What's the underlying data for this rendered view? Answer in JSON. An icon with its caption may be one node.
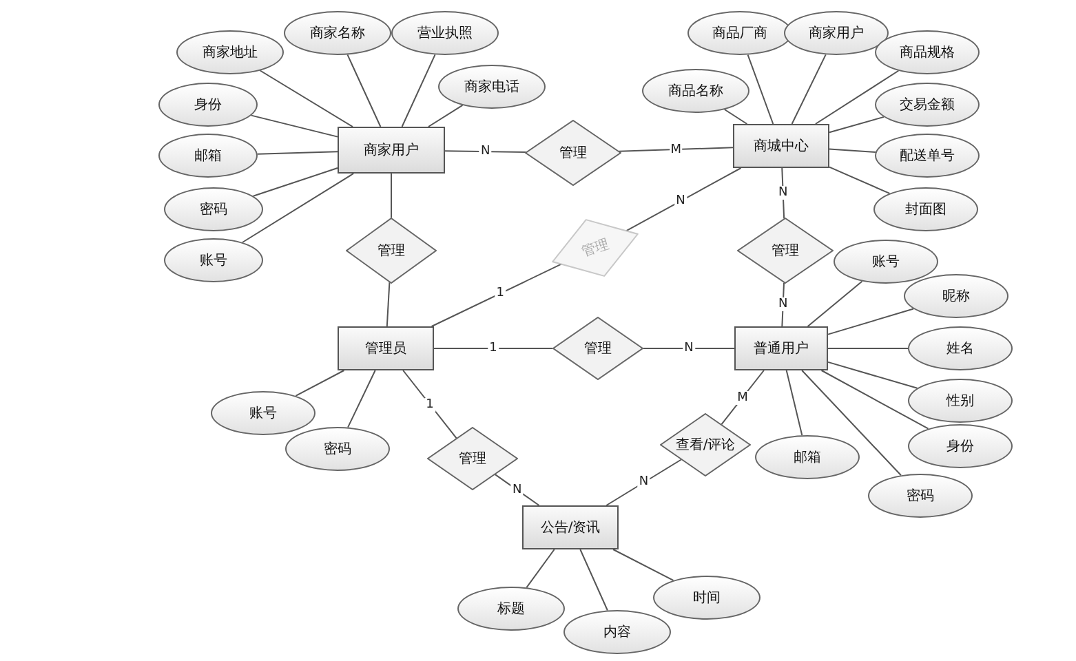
{
  "diagram": {
    "nodes": [
      {
        "text": [
          "商家用户"
        ]
      },
      {
        "text": [
          "商家地址"
        ]
      },
      {
        "text": [
          "商家名称"
        ]
      },
      {
        "text": [
          "营业执照"
        ]
      },
      {
        "text": [
          "商家电话"
        ]
      },
      {
        "text": [
          "身份"
        ]
      },
      {
        "text": [
          "邮箱"
        ]
      },
      {
        "text": [
          "密码"
        ]
      },
      {
        "text": [
          "账号"
        ]
      },
      {
        "text": [
          "商城中心"
        ]
      },
      {
        "text": [
          "商品名称"
        ]
      },
      {
        "text": [
          "商品厂商"
        ]
      },
      {
        "text": [
          "商家用户"
        ]
      },
      {
        "text": [
          "商品规格"
        ]
      },
      {
        "text": [
          "交易金额"
        ]
      },
      {
        "text": [
          "配送单号"
        ]
      },
      {
        "text": [
          "封面图"
        ]
      },
      {
        "text": [
          "管理员"
        ]
      },
      {
        "text": [
          "账号"
        ]
      },
      {
        "text": [
          "密码"
        ]
      },
      {
        "text": [
          "普通用户"
        ]
      },
      {
        "text": [
          "账号"
        ]
      },
      {
        "text": [
          "昵称"
        ]
      },
      {
        "text": [
          "姓名"
        ]
      },
      {
        "text": [
          "性别"
        ]
      },
      {
        "text": [
          "身份"
        ]
      },
      {
        "text": [
          "邮箱"
        ]
      },
      {
        "text": [
          "密码"
        ]
      },
      {
        "text": [
          "公告/资讯"
        ]
      },
      {
        "text": [
          "标题"
        ]
      },
      {
        "text": [
          "内容"
        ]
      },
      {
        "text": [
          "时间"
        ]
      },
      {
        "text": [
          "管理"
        ]
      },
      {
        "text": [
          "管理"
        ]
      },
      {
        "text": [
          "管理"
        ]
      },
      {
        "text": [
          "管理"
        ]
      },
      {
        "text": [
          "管理"
        ]
      },
      {
        "text": [
          "管理"
        ]
      },
      {
        "text": [
          "查看/评论"
        ]
      }
    ],
    "edges": [
      {
        "from": 0,
        "to": 1,
        "arrow": "none"
      },
      {
        "from": 0,
        "to": 2,
        "arrow": "none"
      },
      {
        "from": 0,
        "to": 3,
        "arrow": "none"
      },
      {
        "from": 0,
        "to": 4,
        "arrow": "none"
      },
      {
        "from": 0,
        "to": 5,
        "arrow": "none"
      },
      {
        "from": 0,
        "to": 6,
        "arrow": "none"
      },
      {
        "from": 0,
        "to": 7,
        "arrow": "none"
      },
      {
        "from": 0,
        "to": 8,
        "arrow": "none"
      },
      {
        "from": 9,
        "to": 10,
        "arrow": "none"
      },
      {
        "from": 9,
        "to": 11,
        "arrow": "none"
      },
      {
        "from": 9,
        "to": 12,
        "arrow": "none"
      },
      {
        "from": 9,
        "to": 13,
        "arrow": "none"
      },
      {
        "from": 9,
        "to": 14,
        "arrow": "none"
      },
      {
        "from": 9,
        "to": 15,
        "arrow": "none"
      },
      {
        "from": 9,
        "to": 16,
        "arrow": "none"
      },
      {
        "from": 17,
        "to": 18,
        "arrow": "none"
      },
      {
        "from": 17,
        "to": 19,
        "arrow": "none"
      },
      {
        "from": 20,
        "to": 21,
        "arrow": "none"
      },
      {
        "from": 20,
        "to": 22,
        "arrow": "none"
      },
      {
        "from": 20,
        "to": 23,
        "arrow": "none"
      },
      {
        "from": 20,
        "to": 24,
        "arrow": "none"
      },
      {
        "from": 20,
        "to": 25,
        "arrow": "none"
      },
      {
        "from": 20,
        "to": 26,
        "arrow": "none"
      },
      {
        "from": 20,
        "to": 27,
        "arrow": "none"
      },
      {
        "from": 28,
        "to": 29,
        "arrow": "none"
      },
      {
        "from": 28,
        "to": 30,
        "arrow": "none"
      },
      {
        "from": 28,
        "to": 31,
        "arrow": "none"
      },
      {
        "from": 0,
        "to": 32,
        "label": "N",
        "arrow": "none"
      },
      {
        "from": 32,
        "to": 9,
        "label": "M",
        "arrow": "none"
      },
      {
        "from": 0,
        "to": 33,
        "arrow": "none"
      },
      {
        "from": 33,
        "to": 17,
        "arrow": "none"
      },
      {
        "from": 17,
        "to": 34,
        "label": "1",
        "arrow": "none"
      },
      {
        "from": 34,
        "to": 9,
        "label": "N",
        "arrow": "none"
      },
      {
        "from": 9,
        "to": 35,
        "label": "N",
        "arrow": "none"
      },
      {
        "from": 35,
        "to": 20,
        "label": "N",
        "arrow": "none"
      },
      {
        "from": 17,
        "to": 36,
        "label": "1",
        "arrow": "none"
      },
      {
        "from": 36,
        "to": 20,
        "label": "N",
        "arrow": "none"
      },
      {
        "from": 17,
        "to": 37,
        "label": "1",
        "arrow": "none"
      },
      {
        "from": 37,
        "to": 28,
        "label": "N",
        "arrow": "none"
      },
      {
        "from": 20,
        "to": 38,
        "label": "M",
        "arrow": "none"
      },
      {
        "from": 38,
        "to": 28,
        "label": "N",
        "arrow": "none"
      }
    ]
  }
}
